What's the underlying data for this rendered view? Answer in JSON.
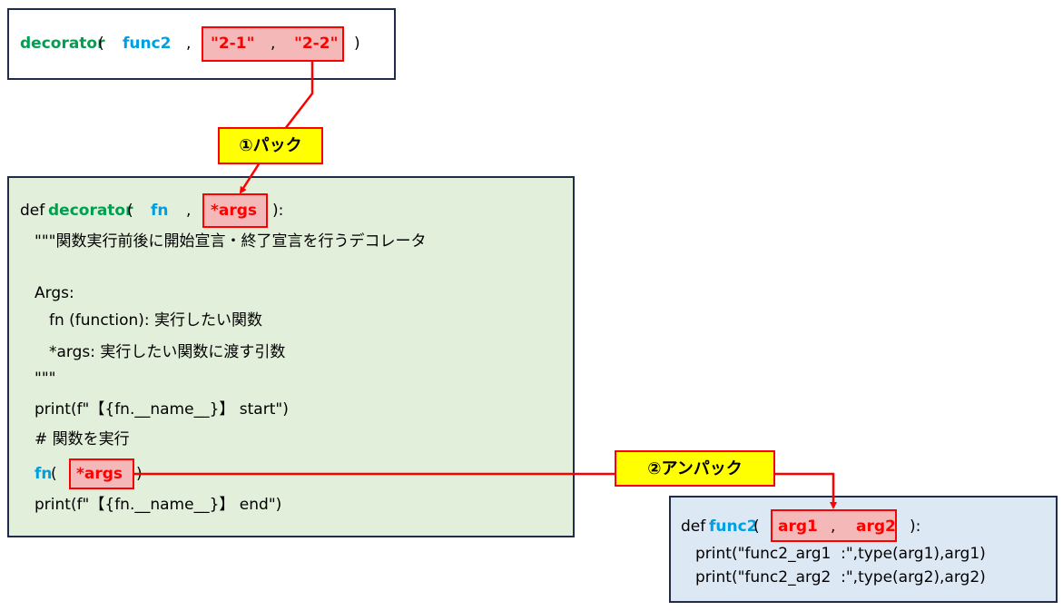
{
  "call_box": {
    "func_name": "decorator",
    "open_paren": "(",
    "arg_fn": "func2",
    "comma1": ",",
    "arg_a": "\"2-1\"",
    "comma2": ",",
    "arg_b": "\"2-2\"",
    "close_paren": ")"
  },
  "label_pack": "①パック",
  "label_unpack": "②アンパック",
  "decorator_box": {
    "def_kw": "def",
    "func_name": "decorator",
    "open_paren": "(",
    "param_fn": "fn",
    "comma": ",",
    "param_args": "*args",
    "close": "):",
    "doc1": "\"\"\"関数実行前後に開始宣言・終了宣言を行うデコレータ",
    "doc_args": "Args:",
    "doc_fn": "fn (function): 実行したい関数",
    "doc_args_desc": "*args: 実行したい関数に渡す引数",
    "doc_end": "\"\"\"",
    "print_start": "print(f\"【{fn.__name__}】 start\")",
    "comment": "# 関数を実行",
    "call_fn": "fn",
    "call_open": "(",
    "call_args": "*args",
    "call_close": ")",
    "print_end": "print(f\"【{fn.__name__}】 end\")"
  },
  "func2_box": {
    "def_kw": "def",
    "func_name": "func2",
    "open_paren": "(",
    "arg1": "arg1",
    "comma": ",",
    "arg2": "arg2",
    "close": "):",
    "line1": "print(\"func2_arg1  :\",type(arg1),arg1)",
    "line2": "print(\"func2_arg2  :\",type(arg2),arg2)"
  },
  "colors": {
    "keyword_green": "#00a050",
    "name_blue": "#00a0e0",
    "highlight_red": "#ff0000",
    "highlight_fill": "#f4b8b8",
    "label_yellow": "#ffff00",
    "decorator_bg": "#e2efda",
    "func2_bg": "#dde8f5"
  }
}
